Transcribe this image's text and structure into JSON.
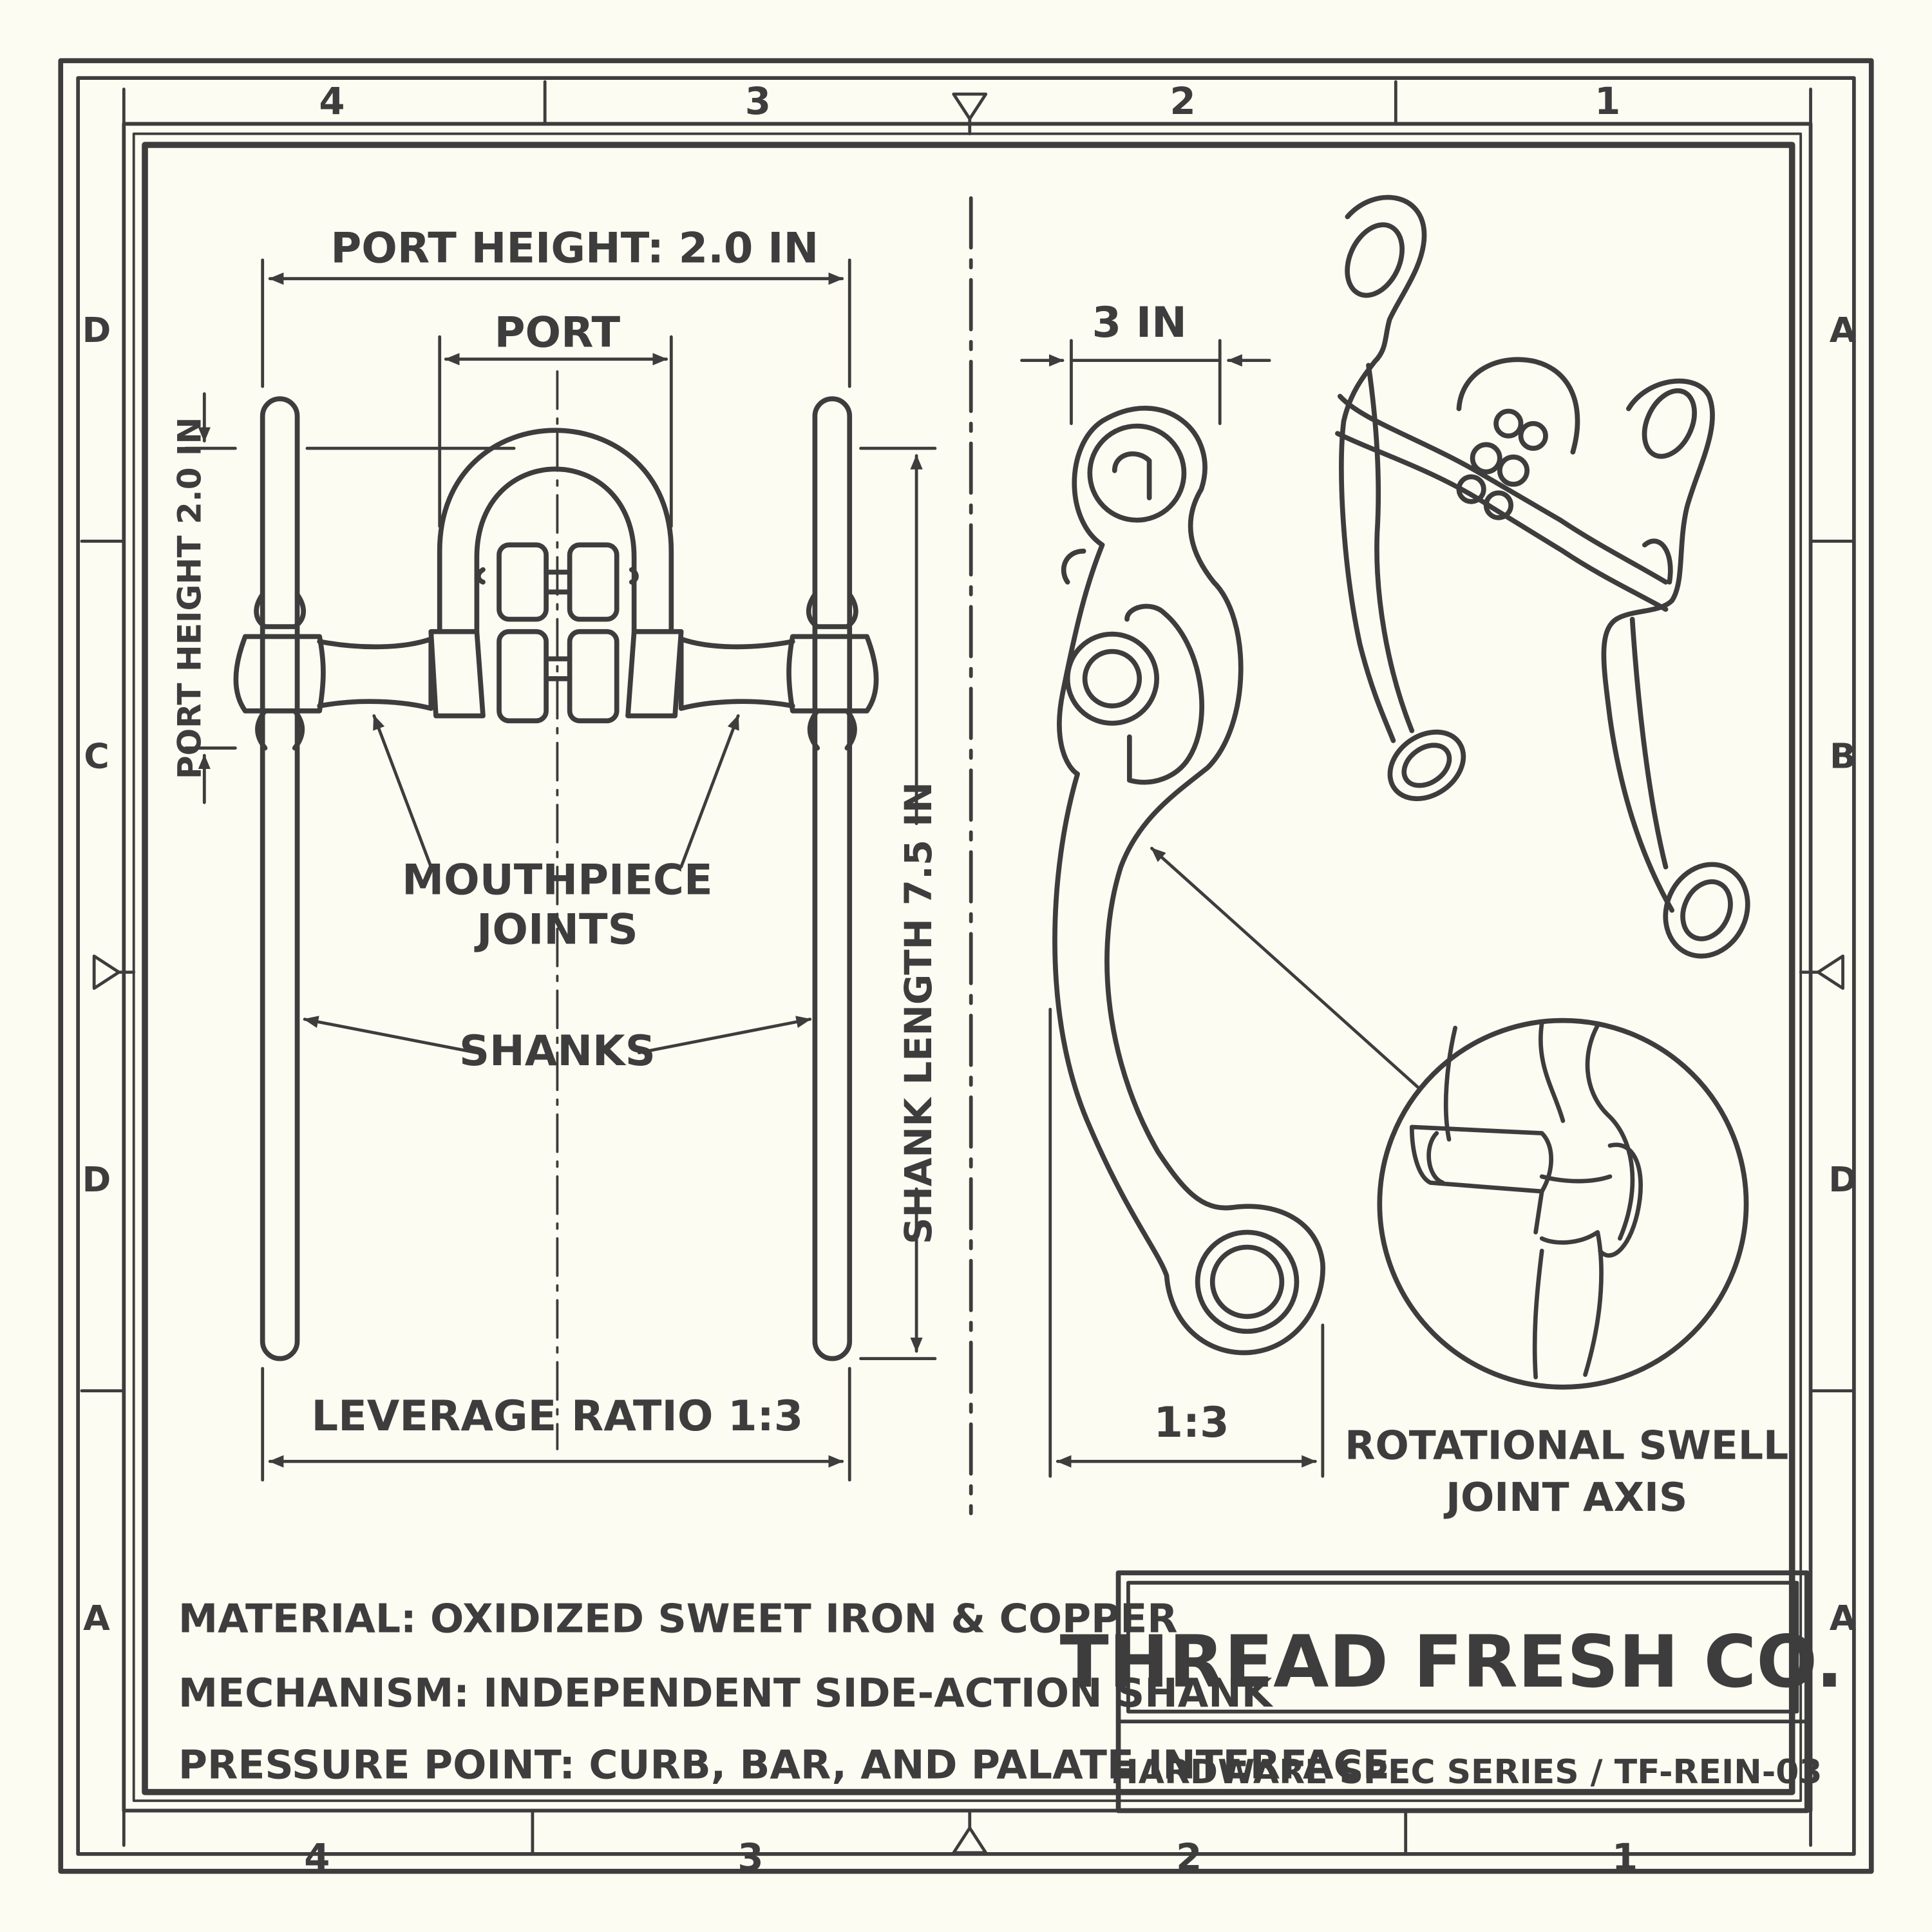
{
  "grid": {
    "top_columns": [
      "4",
      "3",
      "2",
      "1"
    ],
    "bottom_columns": [
      "4",
      "3",
      "2",
      "1"
    ],
    "left_rows": [
      "D",
      "C",
      "D",
      "A"
    ],
    "right_rows": [
      "A",
      "B",
      "D",
      "A"
    ]
  },
  "front_view": {
    "port_height_top": "PORT HEIGHT: 2.0 IN",
    "port": "PORT",
    "port_height_side": "PORT HEIGHT 2.0 IN",
    "mouthpiece_joints_line1": "MOUTHPIECE",
    "mouthpiece_joints_line2": "JOINTS",
    "shanks": "SHANKS",
    "shank_length": "SHANK LENGTH 7.5 IN",
    "leverage_ratio": "LEVERAGE RATIO 1:3"
  },
  "side_view": {
    "width_label": "3 IN",
    "ratio_label": "1:3"
  },
  "detail": {
    "line1": "ROTATIONAL SWELL",
    "line2": "JOINT AXIS"
  },
  "specs": [
    "MATERIAL: OXIDIZED SWEET IRON & COPPER",
    "MECHANISM: INDEPENDENT SIDE-ACTION SHANK",
    "PRESSURE POINT: CURB, BAR, AND PALATE INTERFACE"
  ],
  "title_block": {
    "company": "THREAD FRESH CO.",
    "series": "HARDWARE SPEC SERIES / TF-REIN-03"
  },
  "colors": {
    "ink": "#3d3d3d",
    "paper": "#fdfcf2"
  }
}
